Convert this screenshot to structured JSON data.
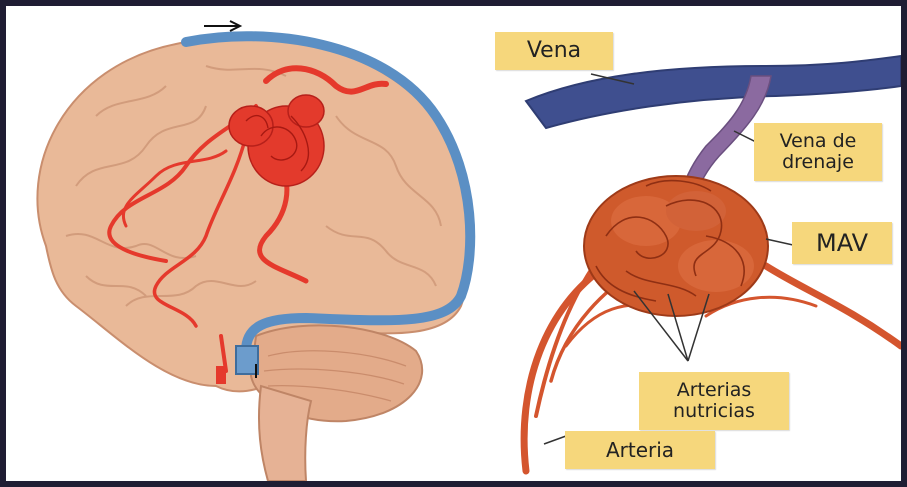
{
  "labels": {
    "vena": "Vena",
    "vena_drenaje_1": "Vena de",
    "vena_drenaje_2": "drenaje",
    "mav": "MAV",
    "arterias_nutricias_1": "Arterias",
    "arterias_nutricias_2": "nutricias",
    "arteria": "Arteria"
  },
  "colors": {
    "background_border": "#1f1d33",
    "label_fill": "#f6d77c",
    "brain_tissue": "#e9b998",
    "artery_red": "#e5392c",
    "vein_blue": "#5b8fc4",
    "malformation_orange": "#cf5a2c"
  }
}
